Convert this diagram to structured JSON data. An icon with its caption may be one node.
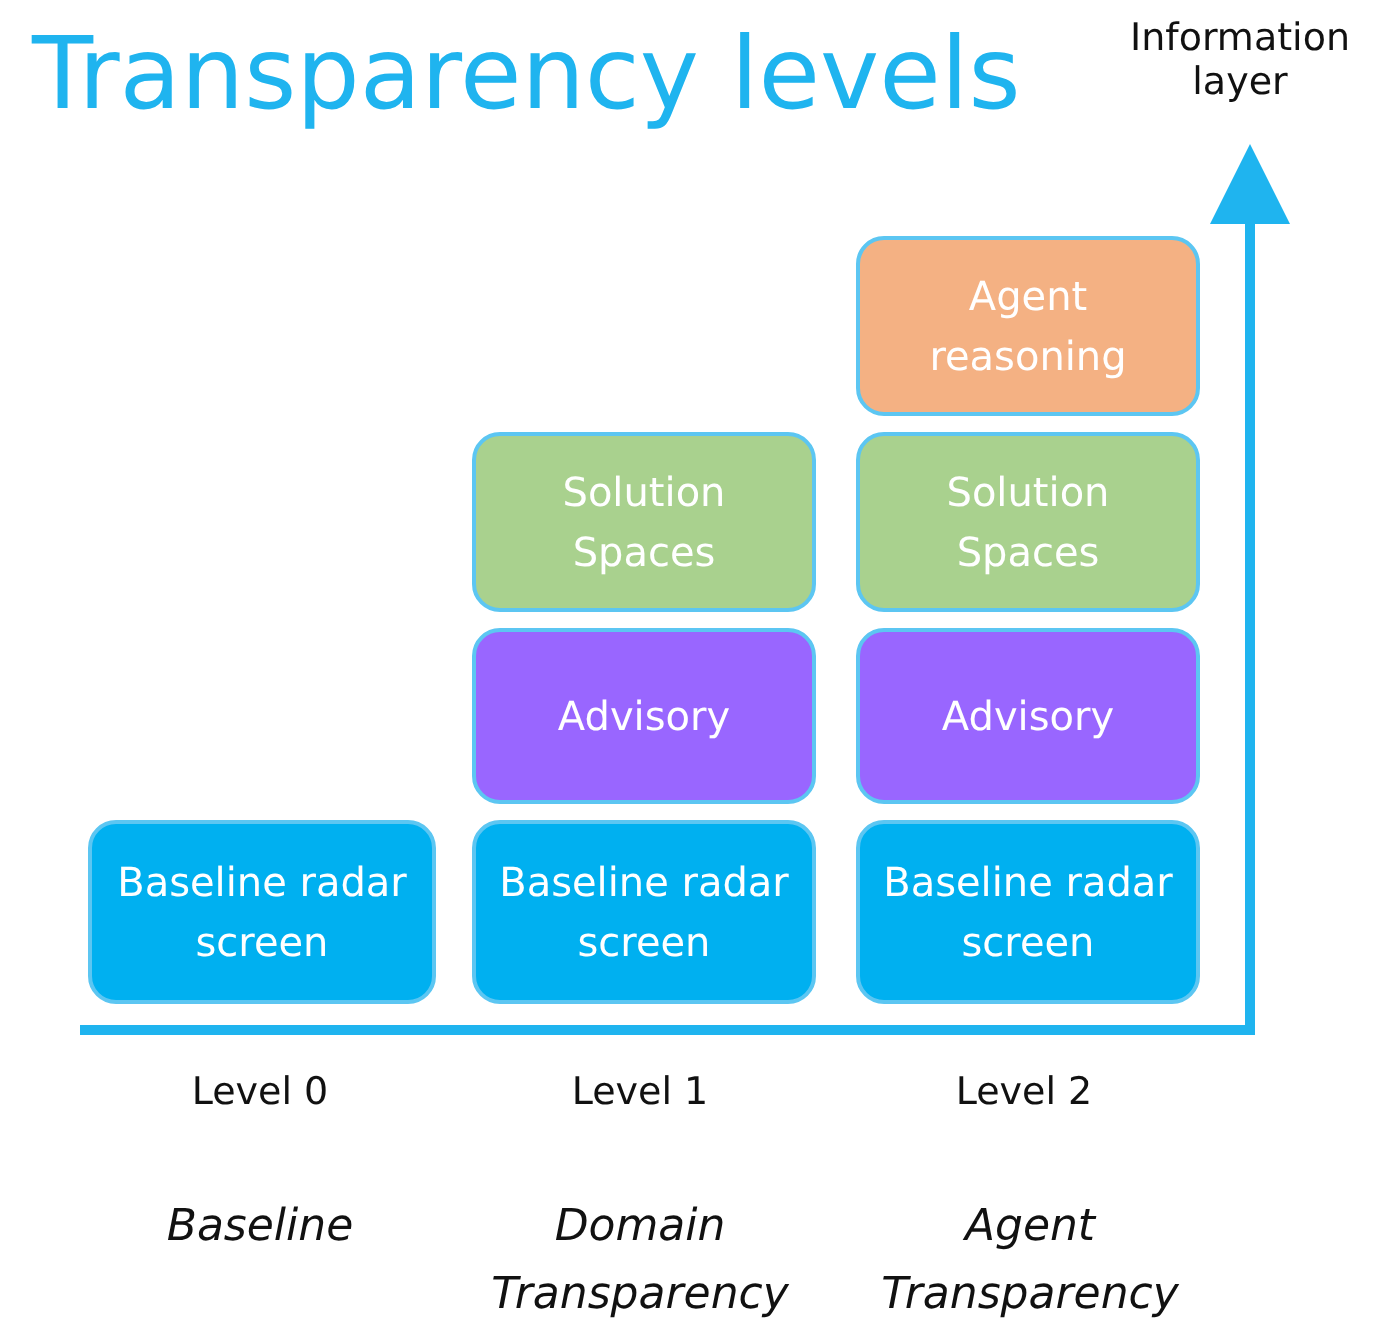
{
  "diagram": {
    "title": "Transparency levels",
    "nodes": [
      {
        "text": [
          "Agent reasoning"
        ]
      },
      {
        "text": [
          "Solution Spaces"
        ]
      },
      {
        "text": [
          "Solution Spaces"
        ]
      },
      {
        "text": [
          "Advisory"
        ]
      },
      {
        "text": [
          "Advisory"
        ]
      },
      {
        "text": [
          "Baseline radar screen"
        ]
      },
      {
        "text": [
          "Baseline radar screen"
        ]
      },
      {
        "text": [
          "Baseline radar screen"
        ]
      }
    ],
    "labels": [
      "Information layer",
      "Level 0",
      "Level 1",
      "Level 2",
      "Baseline",
      "Domain Transparency",
      "Agent Transparency"
    ]
  }
}
